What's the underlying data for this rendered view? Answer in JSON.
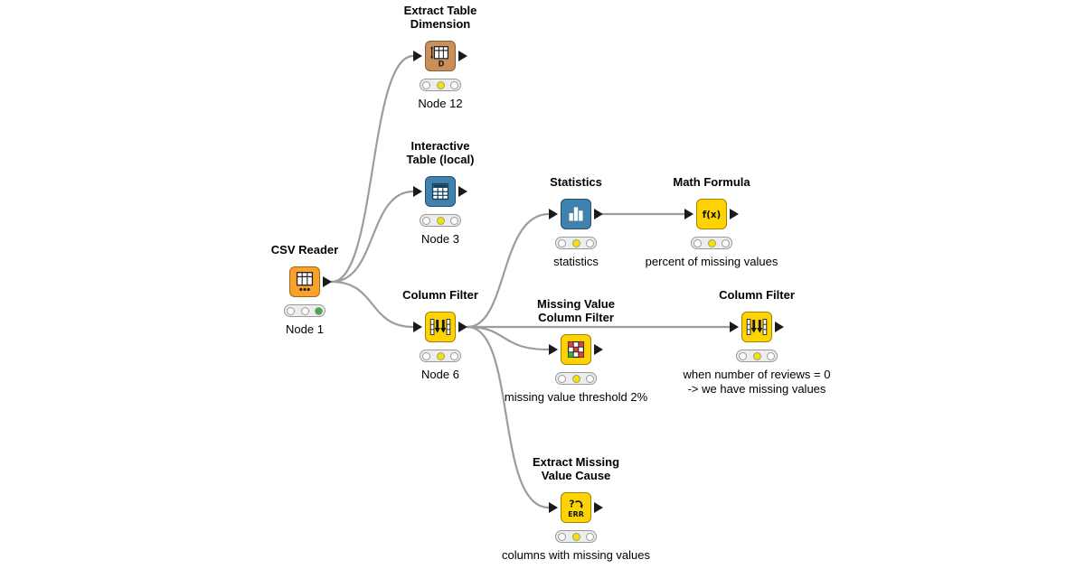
{
  "workflow": {
    "nodes": [
      {
        "title": "CSV Reader",
        "annotation": "Node 1",
        "status": "executed",
        "type": "source",
        "color": "#F8A22B"
      },
      {
        "title": "Extract Table\nDimension",
        "annotation": "Node 12",
        "status": "configured",
        "type": "other",
        "color": "#C9905C"
      },
      {
        "title": "Interactive\nTable (local)",
        "annotation": "Node 3",
        "status": "configured",
        "type": "view",
        "color": "#4081AD"
      },
      {
        "title": "Column Filter",
        "annotation": "Node 6",
        "status": "configured",
        "type": "manipulator",
        "color": "#FDD402"
      },
      {
        "title": "Statistics",
        "annotation": "statistics",
        "status": "configured",
        "type": "view",
        "color": "#4081AD"
      },
      {
        "title": "Math Formula",
        "annotation": "percent of missing values",
        "status": "configured",
        "type": "manipulator",
        "color": "#FDD402",
        "icon_label": "f(x)"
      },
      {
        "title": "Missing Value\nColumn Filter",
        "annotation": "missing value threshold 2%",
        "status": "configured",
        "type": "manipulator",
        "color": "#FDD402"
      },
      {
        "title": "Column Filter",
        "annotation": "when number of reviews = 0\n-> we have missing values",
        "status": "configured",
        "type": "manipulator",
        "color": "#FDD402"
      },
      {
        "title": "Extract Missing\nValue Cause",
        "annotation": "columns with missing values",
        "status": "configured",
        "type": "manipulator",
        "color": "#FDD402",
        "icon_label_top": "?",
        "icon_label_bottom": "ERR"
      }
    ],
    "connections": [
      {
        "from": "CSV Reader",
        "to": "Extract Table Dimension"
      },
      {
        "from": "CSV Reader",
        "to": "Interactive Table (local)"
      },
      {
        "from": "CSV Reader",
        "to": "Column Filter (Node 6)"
      },
      {
        "from": "Column Filter (Node 6)",
        "to": "Statistics"
      },
      {
        "from": "Statistics",
        "to": "Math Formula"
      },
      {
        "from": "Column Filter (Node 6)",
        "to": "Missing Value Column Filter"
      },
      {
        "from": "Column Filter (Node 6)",
        "to": "Column Filter (right)"
      },
      {
        "from": "Column Filter (Node 6)",
        "to": "Extract Missing Value Cause"
      }
    ],
    "status_colors": {
      "configured_yellow": "#F3E400",
      "executed_green": "#3FAE49"
    },
    "connection_color": "#9C9C9C"
  }
}
